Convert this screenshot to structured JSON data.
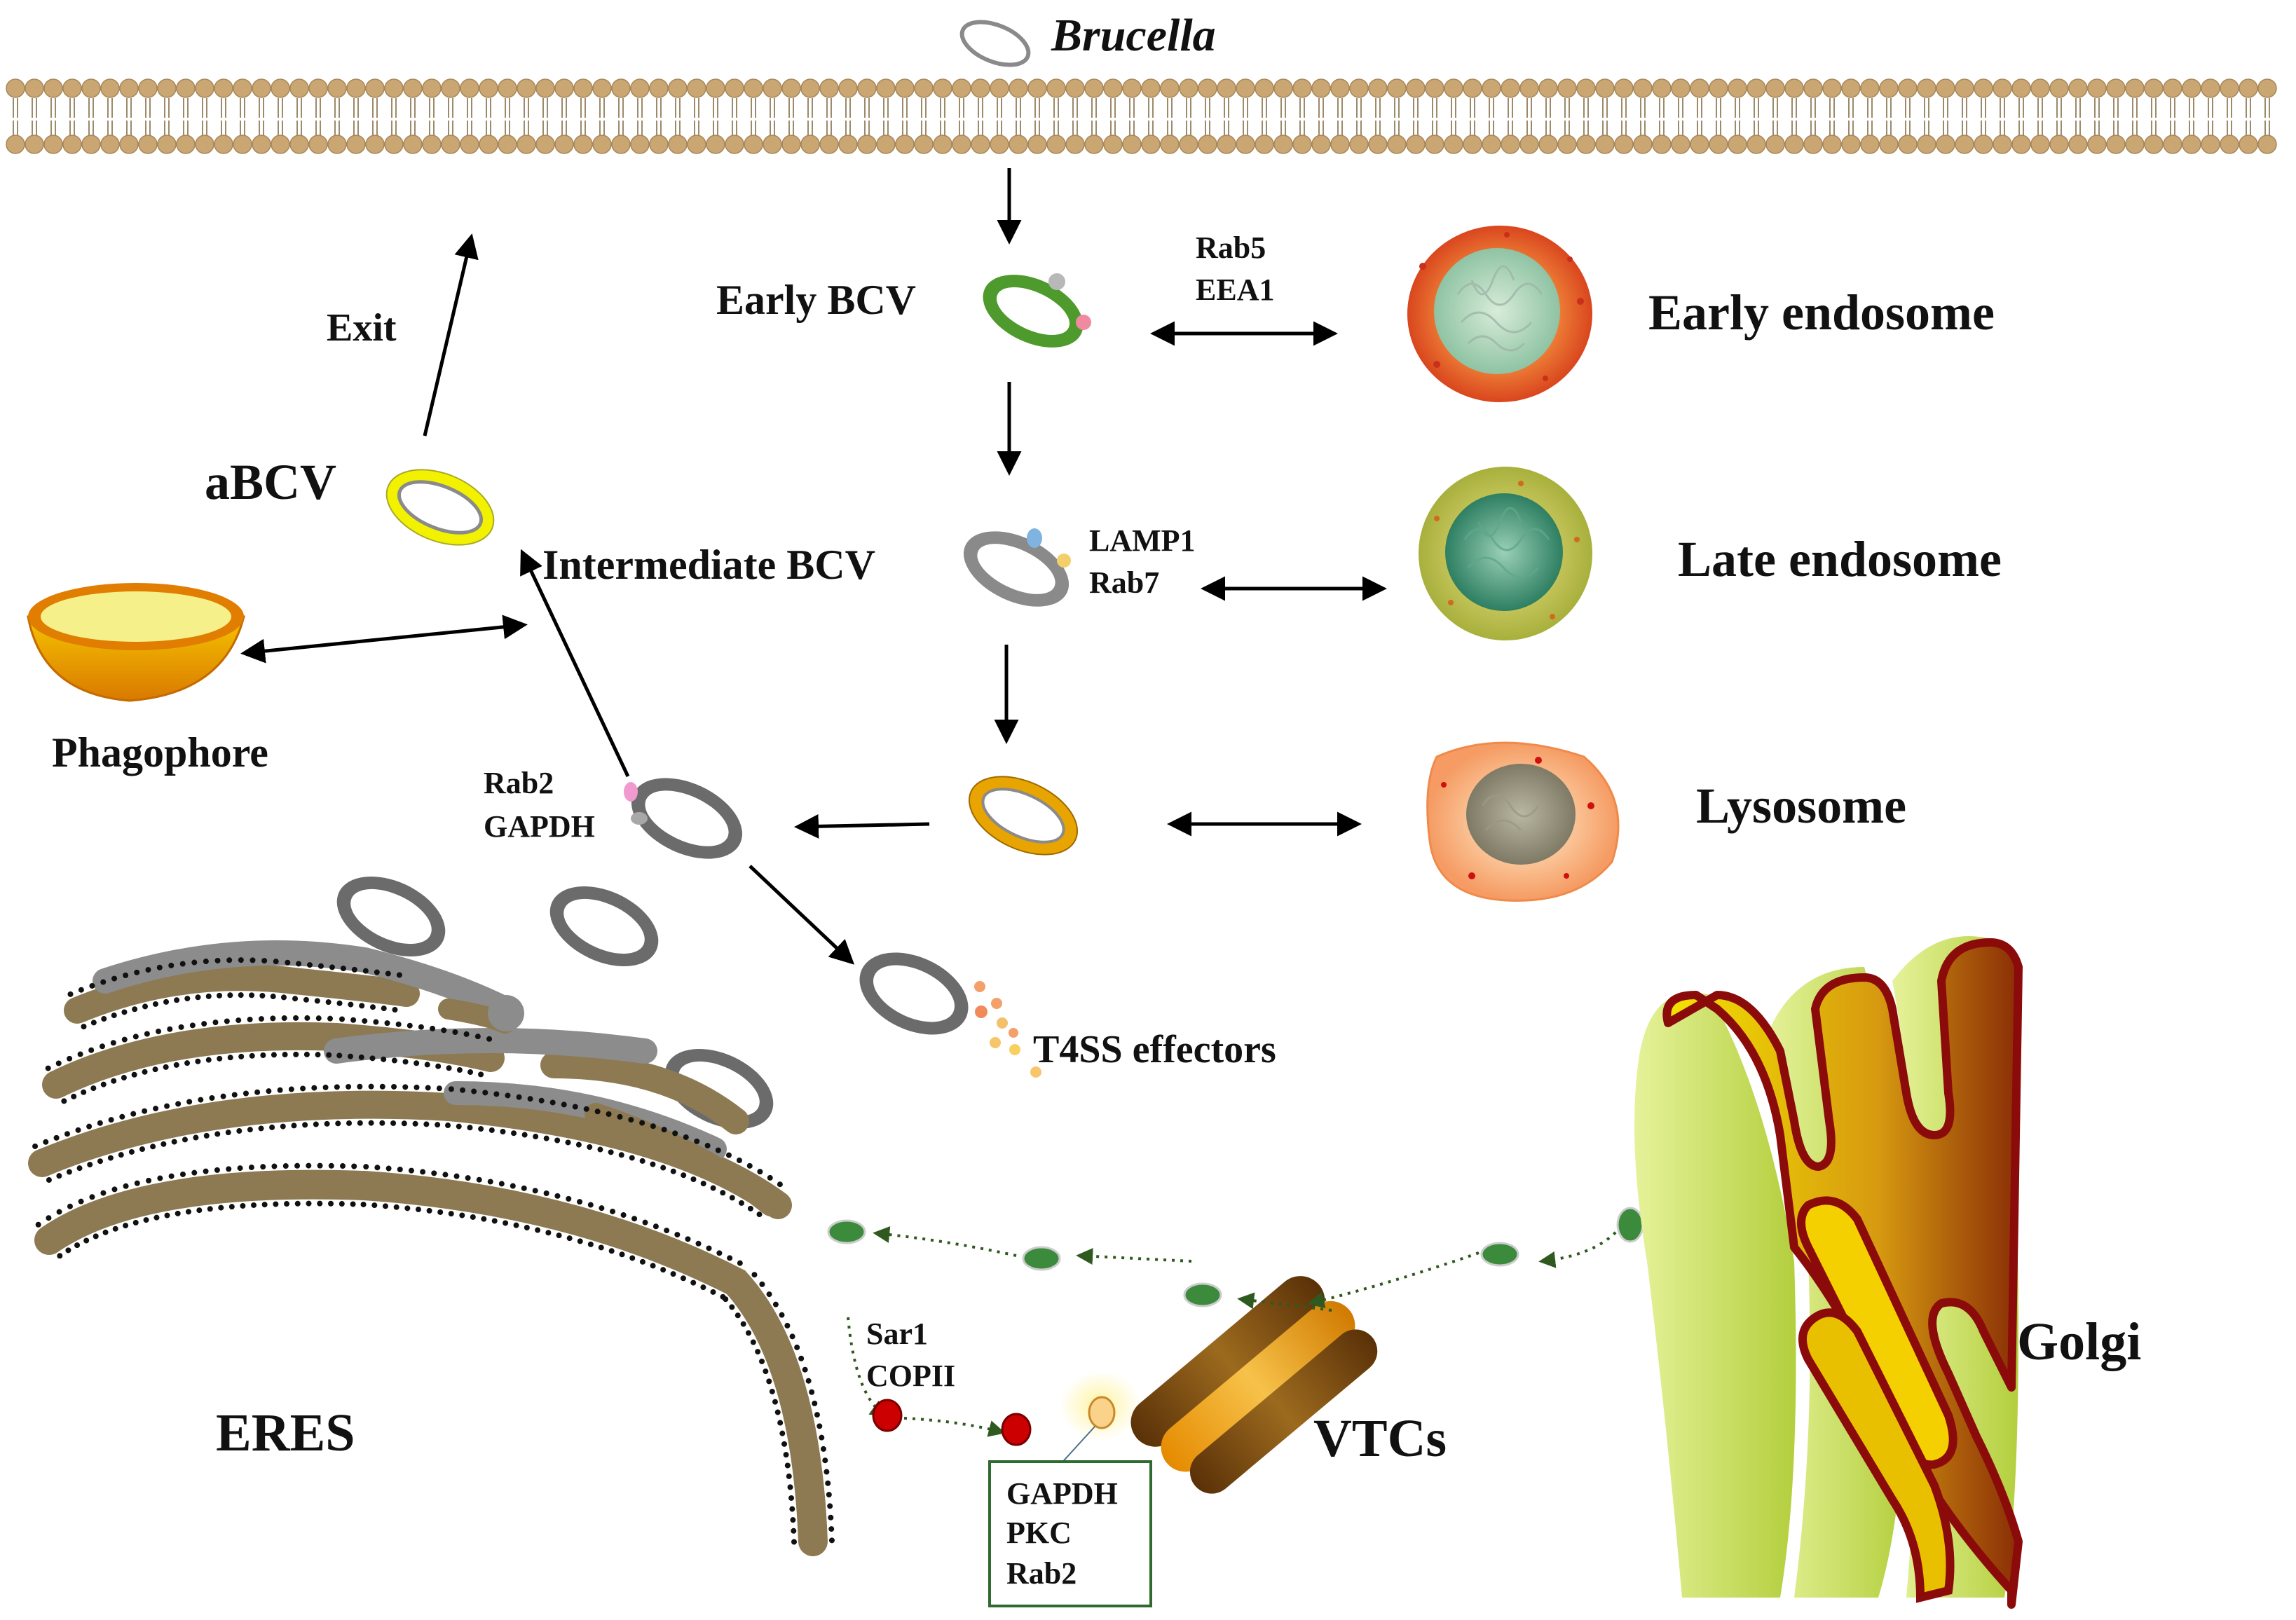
{
  "labels": {
    "brucella": "Brucella",
    "early_bcv": "Early BCV",
    "rab5": "Rab5",
    "eea1": "EEA1",
    "early_endosome": "Early endosome",
    "exit": "Exit",
    "abcv": "aBCV",
    "intermediate_bcv": "Intermediate BCV",
    "lamp1": "LAMP1",
    "rab7": "Rab7",
    "late_endosome": "Late endosome",
    "phagophore": "Phagophore",
    "rab2": "Rab2",
    "gapdh": "GAPDH",
    "lysosome": "Lysosome",
    "t4ss": "T4SS effectors",
    "sar1": "Sar1",
    "copii": "COPII",
    "eres": "ERES",
    "vtcs": "VTCs",
    "golgi": "Golgi",
    "box_gapdh": "GAPDH",
    "box_pkc": "PKC",
    "box_rab2": "Rab2"
  },
  "colors": {
    "membrane_head": "#c9a672",
    "early_bcv": "#4e9a2c",
    "intermediate_bcv": "#8a8a8a",
    "late_bcv": "#e8a400",
    "abcv": "#f2f200",
    "replicative_bcv": "#6b6b6b",
    "er": "#8d7a52",
    "golgi_stack": "#c8e06a",
    "golgi_outline": "#8b0a0a",
    "vtc": "#7a4a12",
    "vesicle_green": "#3c8a3c",
    "vesicle_red": "#cc0000"
  }
}
